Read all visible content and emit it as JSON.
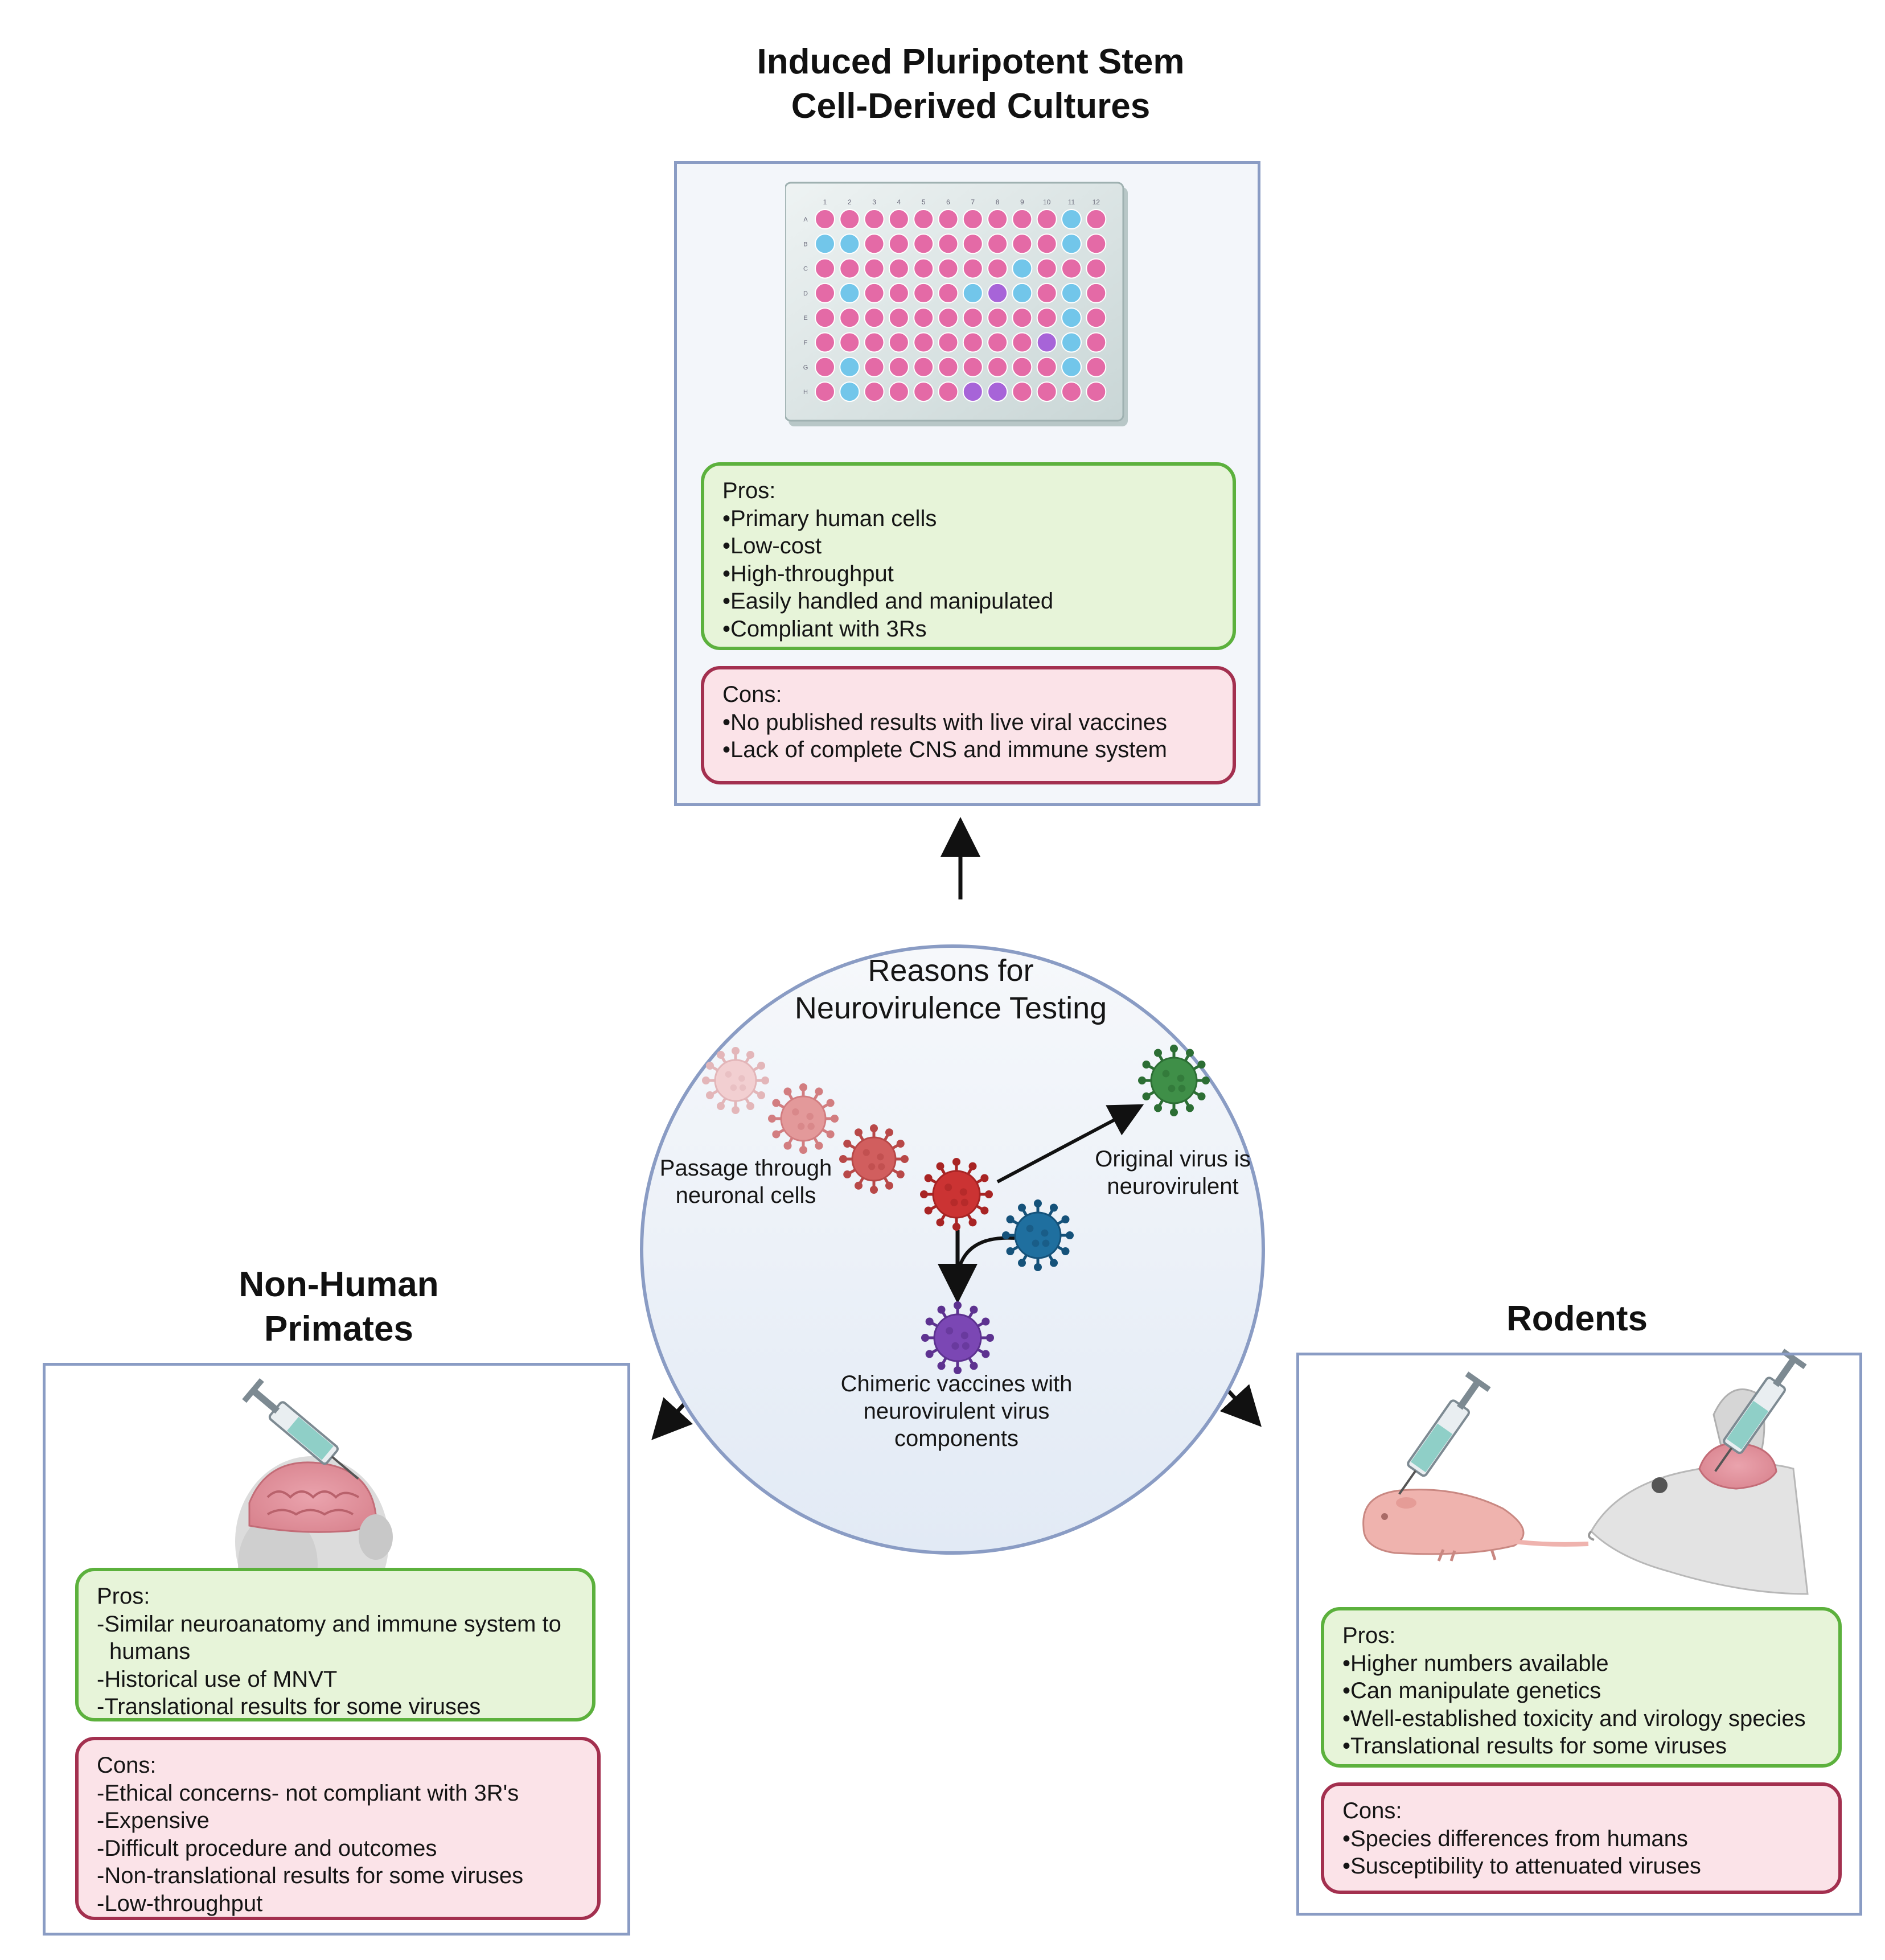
{
  "center": {
    "title_line1": "Reasons for",
    "title_line2": "Neurovirulence Testing",
    "passage_label": [
      "Passage through",
      "neuronal cells"
    ],
    "original_label": [
      "Original virus is",
      "neurovirulent"
    ],
    "chimeric_label": [
      "Chimeric vaccines with",
      "neurovirulent virus",
      "components"
    ]
  },
  "ipsc": {
    "title_line1": "Induced Pluripotent Stem",
    "title_line2": "Cell-Derived Cultures",
    "plate_columns": [
      "1",
      "2",
      "3",
      "4",
      "5",
      "6",
      "7",
      "8",
      "9",
      "10",
      "11",
      "12"
    ],
    "plate_rows": [
      "A",
      "B",
      "C",
      "D",
      "E",
      "F",
      "G",
      "H"
    ],
    "pros_heading": "Pros:",
    "pros": [
      "•Primary human cells",
      "•Low-cost",
      "•High-throughput",
      "•Easily handled and manipulated",
      "•Compliant with 3Rs"
    ],
    "cons_heading": "Cons:",
    "cons": [
      "•No published results with live viral vaccines",
      "•Lack of complete CNS and immune system"
    ]
  },
  "nhp": {
    "title_line1": "Non-Human",
    "title_line2": "Primates",
    "pros_heading": "Pros:",
    "pros": [
      "-Similar neuroanatomy and immune system to humans",
      "-Historical use of MNVT",
      "-Translational results for some viruses"
    ],
    "cons_heading": "Cons:",
    "cons": [
      "-Ethical concerns- not compliant with 3R's",
      "-Expensive",
      "-Difficult procedure and outcomes",
      "-Non-translational results for some viruses",
      "-Low-throughput"
    ]
  },
  "rodents": {
    "title": "Rodents",
    "pros_heading": "Pros:",
    "pros": [
      "•Higher numbers available",
      "•Can manipulate genetics",
      "•Well-established toxicity and virology species",
      "•Translational results for some viruses"
    ],
    "cons_heading": "Cons:",
    "cons": [
      "•Species differences from humans",
      "•Susceptibility to attenuated viruses"
    ]
  },
  "colors": {
    "panel_border": "#8a9cc4",
    "pros_border": "#5cb13d",
    "cons_border": "#a3304f",
    "well_pink": "#e46aa6",
    "well_blue": "#72c6ea",
    "well_purple": "#a764d8"
  }
}
